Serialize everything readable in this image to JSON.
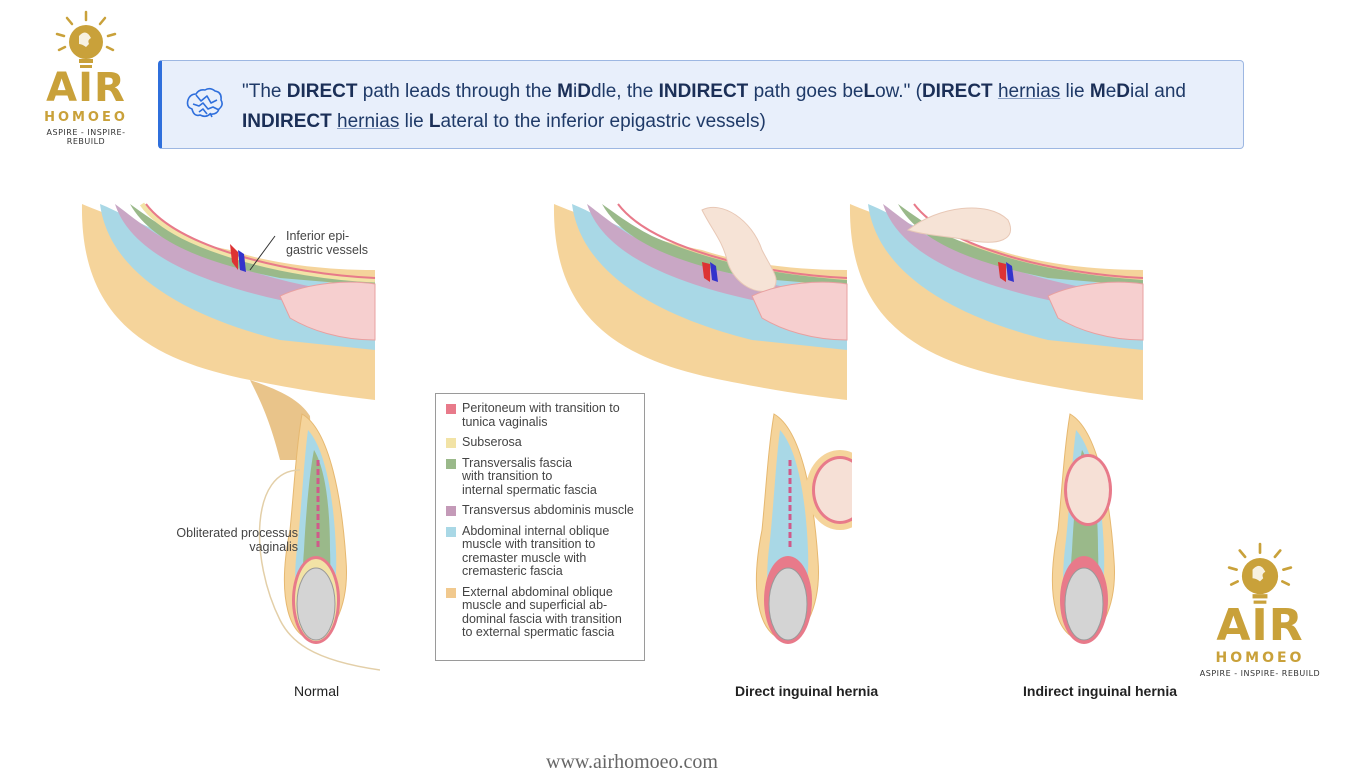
{
  "logo": {
    "brand": "AIR",
    "sub": "HOMOEO",
    "tagline": "ASPIRE - INSPIRE- REBUILD",
    "color": "#c9a13a"
  },
  "callout": {
    "icon": "brain-icon",
    "segments": [
      {
        "t": "\"The ",
        "s": "n"
      },
      {
        "t": "DIRECT",
        "s": "b"
      },
      {
        "t": " path leads through the ",
        "s": "n"
      },
      {
        "t": "M",
        "s": "b"
      },
      {
        "t": "i",
        "s": "n"
      },
      {
        "t": "D",
        "s": "b"
      },
      {
        "t": "dle, the ",
        "s": "n"
      },
      {
        "t": "INDIRECT",
        "s": "b"
      },
      {
        "t": " path goes be",
        "s": "n"
      },
      {
        "t": "L",
        "s": "b"
      },
      {
        "t": "ow.\" (",
        "s": "n"
      },
      {
        "t": "DIRECT",
        "s": "b"
      },
      {
        "t": " ",
        "s": "n"
      },
      {
        "t": "hernias",
        "s": "u"
      },
      {
        "t": " lie ",
        "s": "n"
      },
      {
        "t": "M",
        "s": "b"
      },
      {
        "t": "e",
        "s": "n"
      },
      {
        "t": "D",
        "s": "b"
      },
      {
        "t": "ial and ",
        "s": "n"
      },
      {
        "t": "INDIRECT",
        "s": "b"
      },
      {
        "t": " ",
        "s": "n"
      },
      {
        "t": "hernias",
        "s": "u"
      },
      {
        "t": " lie ",
        "s": "n"
      },
      {
        "t": "L",
        "s": "b"
      },
      {
        "t": "ateral to the inferior epigastric vessels)",
        "s": "n"
      }
    ]
  },
  "figures": {
    "normal": {
      "caption": "Normal"
    },
    "direct": {
      "caption": "Direct inguinal hernia"
    },
    "indirect": {
      "caption": "Indirect inguinal hernia"
    },
    "labels": {
      "inferior_line1": "Inferior epi-",
      "inferior_line2": "gastric vessels",
      "obliterated_line1": "Obliterated processus",
      "obliterated_line2": "vaginalis"
    }
  },
  "legend": [
    {
      "color": "#e87a8a",
      "lines": [
        "Peritoneum with transition to",
        "tunica vaginalis"
      ]
    },
    {
      "color": "#f2e3a6",
      "lines": [
        "Subserosa"
      ]
    },
    {
      "color": "#9ab98a",
      "lines": [
        "Transversalis fascia",
        "with transition to",
        "internal spermatic fascia"
      ]
    },
    {
      "color": "#c49ab8",
      "lines": [
        "Transversus abdominis muscle"
      ]
    },
    {
      "color": "#a9d8e6",
      "lines": [
        "Abdominal internal oblique",
        "muscle with transition to",
        "cremaster muscle with",
        "cremasteric fascia"
      ]
    },
    {
      "color": "#f1c98e",
      "lines": [
        "External abdominal oblique",
        "muscle and superficial ab-",
        "dominal fascia with transition",
        "to external spermatic fascia"
      ]
    }
  ],
  "footer": "www.airhomoeo.com"
}
